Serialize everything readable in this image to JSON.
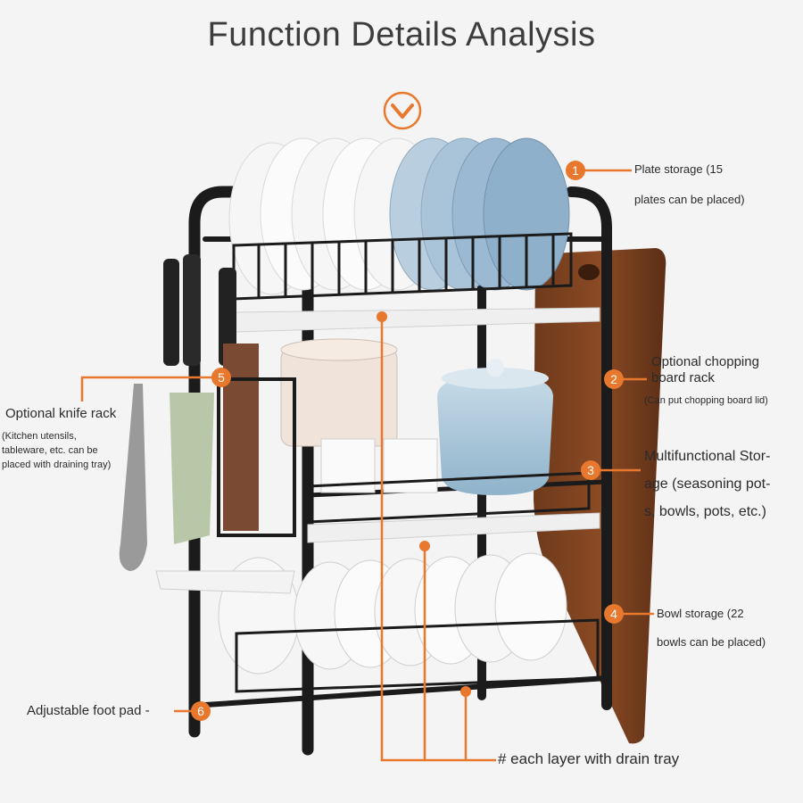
{
  "title": "Function Details Analysis",
  "accent_color": "#e8782d",
  "icons": [
    "chevron-down-circle-icon"
  ],
  "callouts": [
    {
      "number": "1",
      "lines": [
        "Plate storage (15",
        "plates can be placed)"
      ]
    },
    {
      "number": "2",
      "lines": [
        "Optional chopping",
        "board rack",
        "(Can put chopping board lid)"
      ]
    },
    {
      "number": "3",
      "lines": [
        "Multifunctional Stor-",
        "age (seasoning pot-",
        "s, bowls, pots, etc.)"
      ]
    },
    {
      "number": "4",
      "lines": [
        "Bowl storage (22",
        "bowls can be placed)"
      ]
    },
    {
      "number": "5",
      "lines": [
        "Optional knife rack",
        "(Kitchen utensils,",
        "tableware, etc. can be",
        "placed with draining tray)"
      ]
    },
    {
      "number": "6",
      "lines": [
        "Adjustable foot pad -"
      ]
    }
  ],
  "drain_note": "# each layer with drain tray"
}
